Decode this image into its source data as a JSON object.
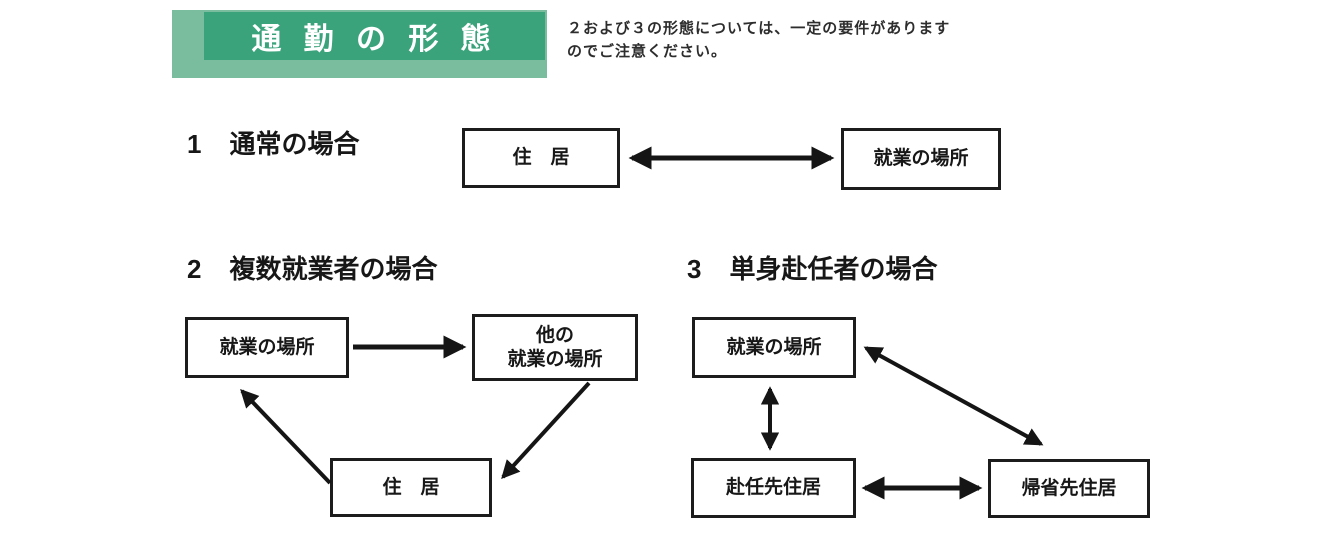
{
  "banner": {
    "title": "通 勤 の 形 態",
    "dark_green": "#3aa37c",
    "light_green": "#79bd9e"
  },
  "note": {
    "line1": "２および３の形態については、一定の要件があります",
    "line2": "のでご注意ください。"
  },
  "sections": [
    {
      "number": "1",
      "title": "通常の場合",
      "boxes": {
        "residence": "住　居",
        "workplace": "就業の場所"
      }
    },
    {
      "number": "2",
      "title": "複数就業者の場合",
      "boxes": {
        "workplace": "就業の場所",
        "other_workplace_line1": "他の",
        "other_workplace_line2": "就業の場所",
        "residence": "住　居"
      }
    },
    {
      "number": "3",
      "title": "単身赴任者の場合",
      "boxes": {
        "workplace": "就業の場所",
        "assignment_residence": "赴任先住居",
        "hometown_residence": "帰省先住居"
      }
    }
  ]
}
